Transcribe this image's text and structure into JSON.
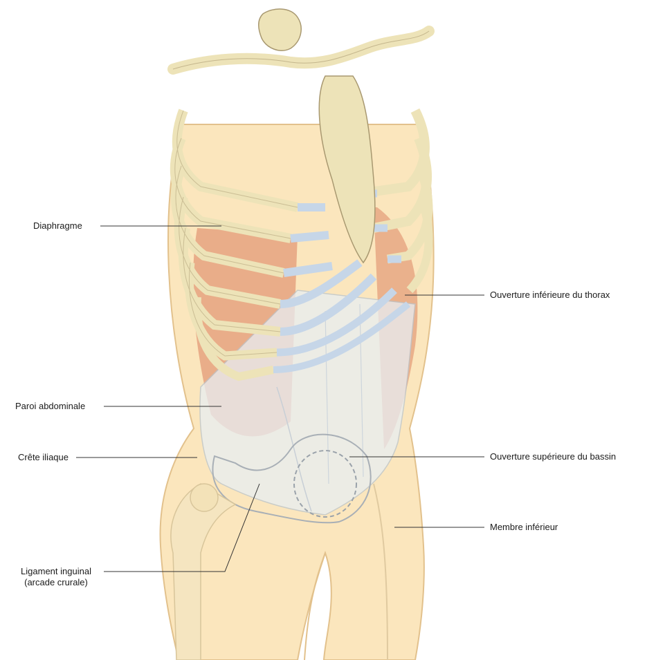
{
  "labels": {
    "diaphragme": "Diaphragme",
    "ouverture_inferieure_thorax": "Ouverture inférieure du thorax",
    "paroi_abdominale": "Paroi abdominale",
    "crete_iliaque": "Crête iliaque",
    "ouverture_superieure_bassin": "Ouverture supérieure du bassin",
    "membre_inferieur": "Membre inférieur",
    "ligament_inguinal_line1": "Ligament inguinal",
    "ligament_inguinal_line2": "(arcade crurale)"
  },
  "colors": {
    "bone": "#ede3b8",
    "bone_outline": "#a89870",
    "cartilage": "#c6d6e8",
    "muscle": "#e39a78",
    "skin": "#fbe6bd",
    "skin_outline": "#e2c18c",
    "viscera_overlay": "#e8eef3",
    "leader_line": "#333333"
  }
}
